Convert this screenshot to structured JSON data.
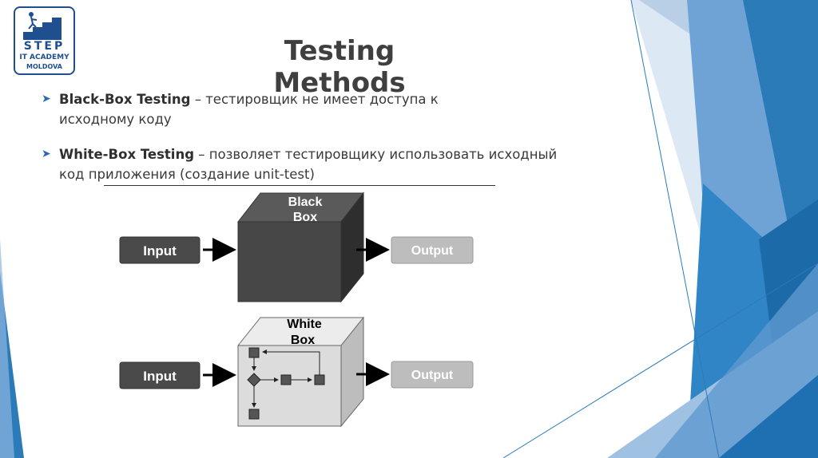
{
  "logo": {
    "line1": "STEP",
    "line2": "IT ACADEMY",
    "line3": "MOLDOVA"
  },
  "slide": {
    "title": "Testing Methods"
  },
  "bullets": [
    {
      "term": "Black-Box Testing",
      "text": " – тестировщик не имеет доступа к",
      "text2": "исходному коду"
    },
    {
      "term": "White-Box Testing",
      "text": " – позволяет тестировщику использовать исходный",
      "text2": "код приложения (создание unit-test)"
    }
  ],
  "diagram": {
    "black": {
      "input": "Input",
      "box_line1": "Black",
      "box_line2": "Box",
      "output": "Output"
    },
    "white": {
      "input": "Input",
      "box_line1": "White",
      "box_line2": "Box",
      "output": "Output"
    }
  },
  "colors": {
    "accent_blue": "#2b7bb9",
    "dark_box": "#444444",
    "light_box": "#d8d8d8"
  },
  "icons": {
    "bullet": "arrow-right-triangle-icon"
  }
}
